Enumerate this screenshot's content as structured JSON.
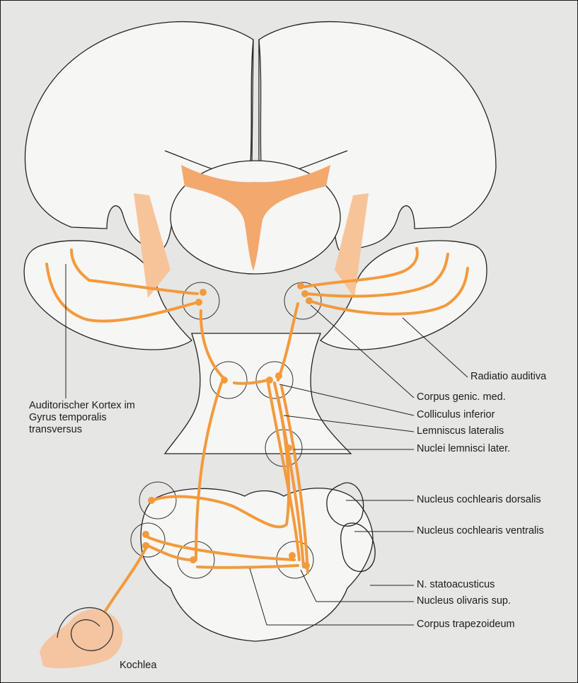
{
  "diagram": {
    "labels": {
      "auditory_cortex": [
        "Auditorischer Kortex im",
        "Gyrus temporalis",
        "transversus"
      ],
      "radiatio_auditiva": "Radiatio auditiva",
      "corpus_genic_med": "Corpus genic. med.",
      "colliculus_inferior": "Colliculus inferior",
      "lemniscus_lateralis": "Lemniscus lateralis",
      "nuclei_lemnisci_later": "Nuclei lemnisci later.",
      "nucleus_cochlearis_dorsalis": "Nucleus cochlearis dorsalis",
      "nucleus_cochlearis_ventralis": "Nucleus cochlearis ventralis",
      "n_statoacusticus": "N. statoacusticus",
      "nucleus_olivaris_sup": "Nucleus olivaris sup.",
      "corpus_trapezoideum": "Corpus trapezoideum",
      "kochlea": "Kochlea"
    },
    "colors": {
      "pathway": "#f39a3c",
      "ventricle": "#f3a86e",
      "tract": "#f7c49a",
      "tissue": "#f6f6f4",
      "background": "#e6e6e4",
      "outline": "#222222",
      "cochlea": "#f5c4a0"
    }
  }
}
